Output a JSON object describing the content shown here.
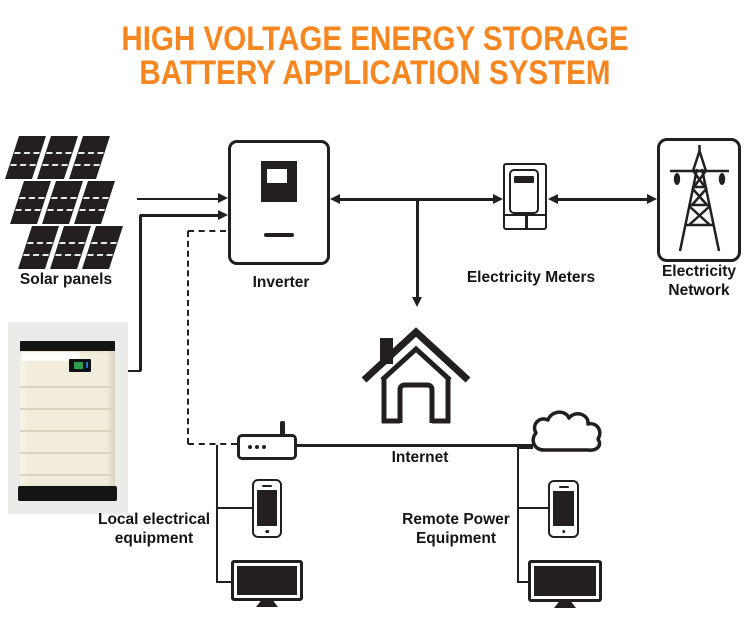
{
  "title": {
    "line1": "HIGH VOLTAGE ENERGY STORAGE",
    "line2": "BATTERY APPLICATION SYSTEM"
  },
  "labels": {
    "solar_panels": "Solar panels",
    "inverter": "Inverter",
    "electricity_meters": "Electricity Meters",
    "electricity_network_line1": "Electricity",
    "electricity_network_line2": "Network",
    "internet": "Internet",
    "local_equipment_line1": "Local electrical",
    "local_equipment_line2": "equipment",
    "remote_equipment_line1": "Remote Power",
    "remote_equipment_line2": "Equipment"
  },
  "colors": {
    "title_orange": "#F6861F",
    "diagram_ink": "#231F20",
    "battery_body": "#F2EEDB",
    "battery_photo_background": "#EBEBEA",
    "battery_trim": "#141414"
  },
  "icons": [
    "solar-panel-array-icon",
    "inverter-icon",
    "electricity-meter-icon",
    "transmission-tower-icon",
    "battery-stack-icon",
    "house-icon",
    "wifi-router-icon",
    "cloud-icon",
    "smartphone-icon",
    "desktop-monitor-icon"
  ],
  "connections": [
    {
      "from": "solar-panels",
      "to": "inverter",
      "style": "arrow"
    },
    {
      "from": "battery",
      "to": "inverter",
      "style": "double-arrow"
    },
    {
      "from": "inverter",
      "to": "electricity-meters",
      "style": "double-arrow"
    },
    {
      "from": "electricity-meters",
      "to": "electricity-network",
      "style": "double-arrow"
    },
    {
      "from": "inverter-meter-line",
      "to": "house",
      "style": "arrow-down"
    },
    {
      "from": "inverter",
      "to": "router",
      "style": "dashed"
    },
    {
      "from": "router",
      "to": "cloud",
      "style": "solid"
    },
    {
      "from": "router",
      "to": "local-smartphone",
      "style": "solid"
    },
    {
      "from": "router",
      "to": "local-computer",
      "style": "solid"
    },
    {
      "from": "cloud",
      "to": "remote-smartphone",
      "style": "solid"
    },
    {
      "from": "cloud",
      "to": "remote-computer",
      "style": "solid"
    }
  ]
}
